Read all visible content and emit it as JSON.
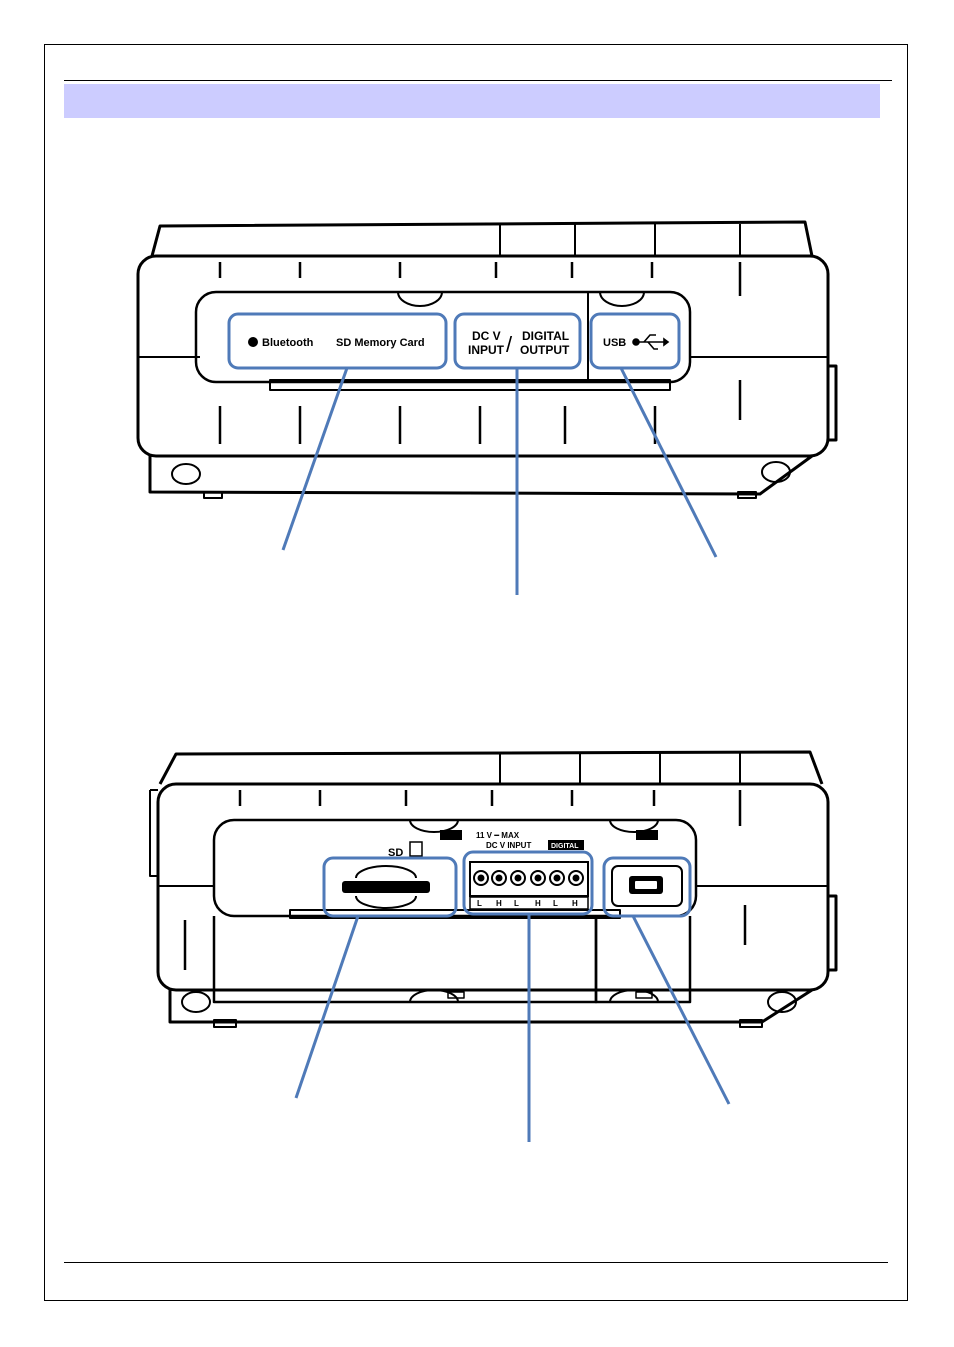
{
  "page": {
    "heading": ""
  },
  "top_view": {
    "bluetooth_label": "Bluetooth",
    "sd_label": "SD Memory Card",
    "dc_line1": "DC V",
    "dc_line2": "INPUT",
    "slash": "/",
    "digital_line1": "DIGITAL",
    "digital_line2": "OUTPUT",
    "usb_label": "USB"
  },
  "bottom_view": {
    "sd_label": "SD",
    "voltage_label": "11 V ━ MAX",
    "dcv_input_label": "DC V INPUT",
    "digital_label": "DIGITAL",
    "terminal_labels": [
      "L",
      "H",
      "L",
      "H",
      "L",
      "H"
    ]
  },
  "colors": {
    "callout": "#4f7ab8",
    "heading_band": "#ccccff",
    "outline": "#000000"
  }
}
